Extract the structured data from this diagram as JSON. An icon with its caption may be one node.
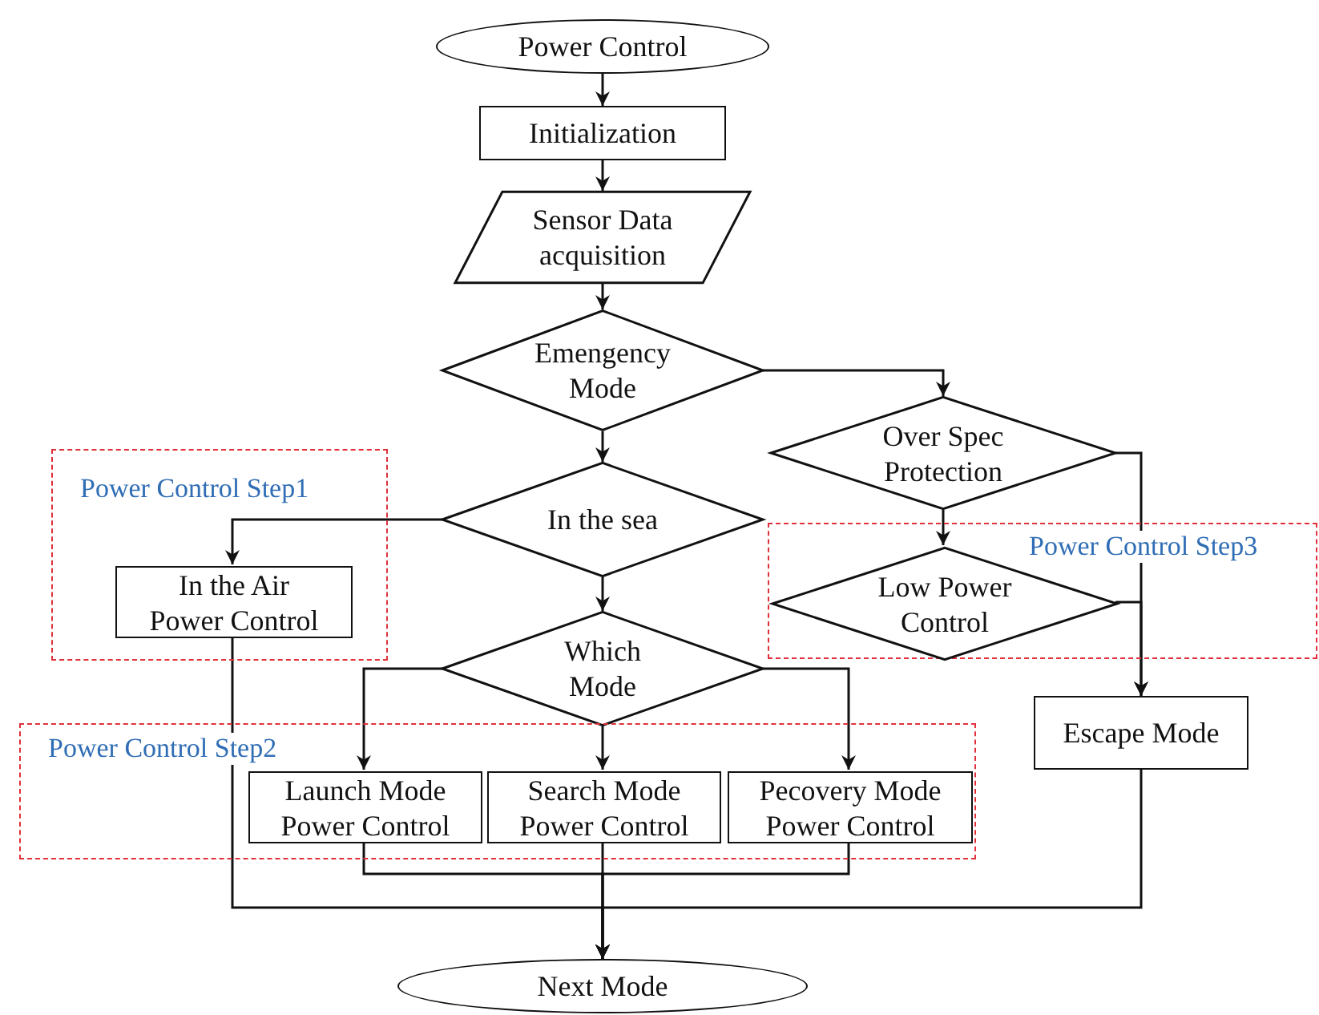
{
  "diagram": {
    "nodes": [
      {
        "text": [
          "Power Control"
        ]
      },
      {
        "text": [
          "Initialization"
        ]
      },
      {
        "text": [
          "Sensor Data acquisition"
        ]
      },
      {
        "text": [
          "Emengency Mode"
        ]
      },
      {
        "text": [
          "Over Spec Protection"
        ]
      },
      {
        "text": [
          "Power Control Step1"
        ]
      },
      {
        "text": [
          "In the Air Power Control"
        ],
        "in": 5
      },
      {
        "text": [
          "In the sea"
        ]
      },
      {
        "text": [
          "Power Control Step3"
        ]
      },
      {
        "text": [
          "Low Power Control"
        ],
        "in": 8
      },
      {
        "text": [
          "Which Mode"
        ]
      },
      {
        "text": [
          "Power Control Step2"
        ]
      },
      {
        "text": [
          "Launch Mode Power Control"
        ],
        "in": 11
      },
      {
        "text": [
          "Search Mode Power Control"
        ],
        "in": 11
      },
      {
        "text": [
          "Pecovery Mode Power Control"
        ],
        "in": 11
      },
      {
        "text": [
          "Escape Mode"
        ]
      },
      {
        "text": [
          "Next Mode"
        ]
      }
    ],
    "edges": [
      {
        "from": 0,
        "to": 1,
        "arrow": "to"
      },
      {
        "from": 1,
        "to": 2,
        "arrow": "to"
      },
      {
        "from": 2,
        "to": 3,
        "arrow": "to"
      },
      {
        "from": 3,
        "to": 7,
        "arrow": "to"
      },
      {
        "from": 3,
        "to": 4,
        "arrow": "to"
      },
      {
        "from": 4,
        "to": 9,
        "arrow": "to"
      },
      {
        "from": 4,
        "to": 15,
        "arrow": "to"
      },
      {
        "from": 9,
        "to": 15,
        "arrow": "to"
      },
      {
        "from": 7,
        "to": 6,
        "arrow": "to"
      },
      {
        "from": 7,
        "to": 10,
        "arrow": "to"
      },
      {
        "from": 10,
        "to": 12,
        "arrow": "to"
      },
      {
        "from": 10,
        "to": 13,
        "arrow": "to"
      },
      {
        "from": 10,
        "to": 14,
        "arrow": "to"
      },
      {
        "from": 12,
        "to": 16,
        "arrow": "to"
      },
      {
        "from": 13,
        "to": 16,
        "arrow": "to"
      },
      {
        "from": 14,
        "to": 16,
        "arrow": "to"
      },
      {
        "from": 6,
        "to": 16,
        "arrow": "to"
      },
      {
        "from": 15,
        "to": 16,
        "arrow": "to"
      }
    ]
  }
}
